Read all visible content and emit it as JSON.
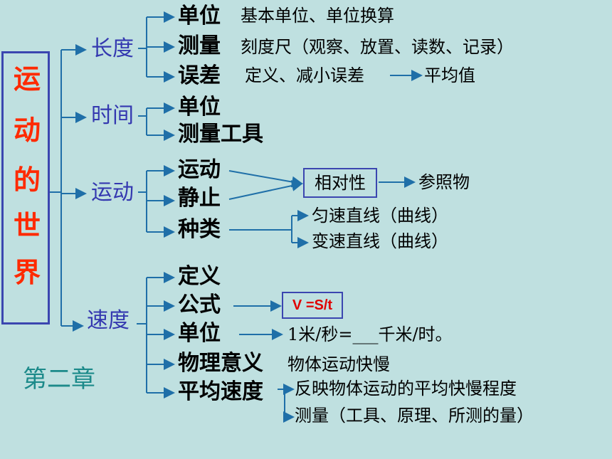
{
  "root": {
    "chars": [
      "运",
      "动",
      "的",
      "世",
      "界"
    ]
  },
  "chapter": "第二章",
  "branches": {
    "length": {
      "label": "长度",
      "items": {
        "unit": {
          "label": "单位",
          "desc": "基本单位、单位换算"
        },
        "measure": {
          "label": "测量",
          "desc": "刻度尺（观察、放置、读数、记录）"
        },
        "error": {
          "label": "误差",
          "desc": "定义、减小误差",
          "result": "平均值"
        }
      }
    },
    "time": {
      "label": "时间",
      "items": {
        "unit": {
          "label": "单位"
        },
        "tool": {
          "label": "测量工具"
        }
      }
    },
    "motion": {
      "label": "运动",
      "items": {
        "move": {
          "label": "运动"
        },
        "rest": {
          "label": "静止"
        },
        "kind": {
          "label": "种类",
          "sub1": "匀速直线（曲线）",
          "sub2": "变速直线（曲线）"
        }
      },
      "relative": "相对性",
      "reference": "参照物"
    },
    "speed": {
      "label": "速度",
      "items": {
        "definition": {
          "label": "定义"
        },
        "formula": {
          "label": "公式",
          "value": "V =S/t"
        },
        "unit": {
          "label": "单位",
          "value": "1米/秒=___千米/时。"
        },
        "meaning": {
          "label": "物理意义",
          "value": "物体运动快慢"
        },
        "average": {
          "label": "平均速度",
          "sub1": "反映物体运动的平均快慢程度",
          "sub2": "测量（工具、原理、所测的量）"
        }
      }
    }
  },
  "colors": {
    "background": "#bfe0e0",
    "root_text": "#ff2a00",
    "branch_text": "#3438b0",
    "line": "#1f6fa8",
    "formula": "#e00000"
  }
}
